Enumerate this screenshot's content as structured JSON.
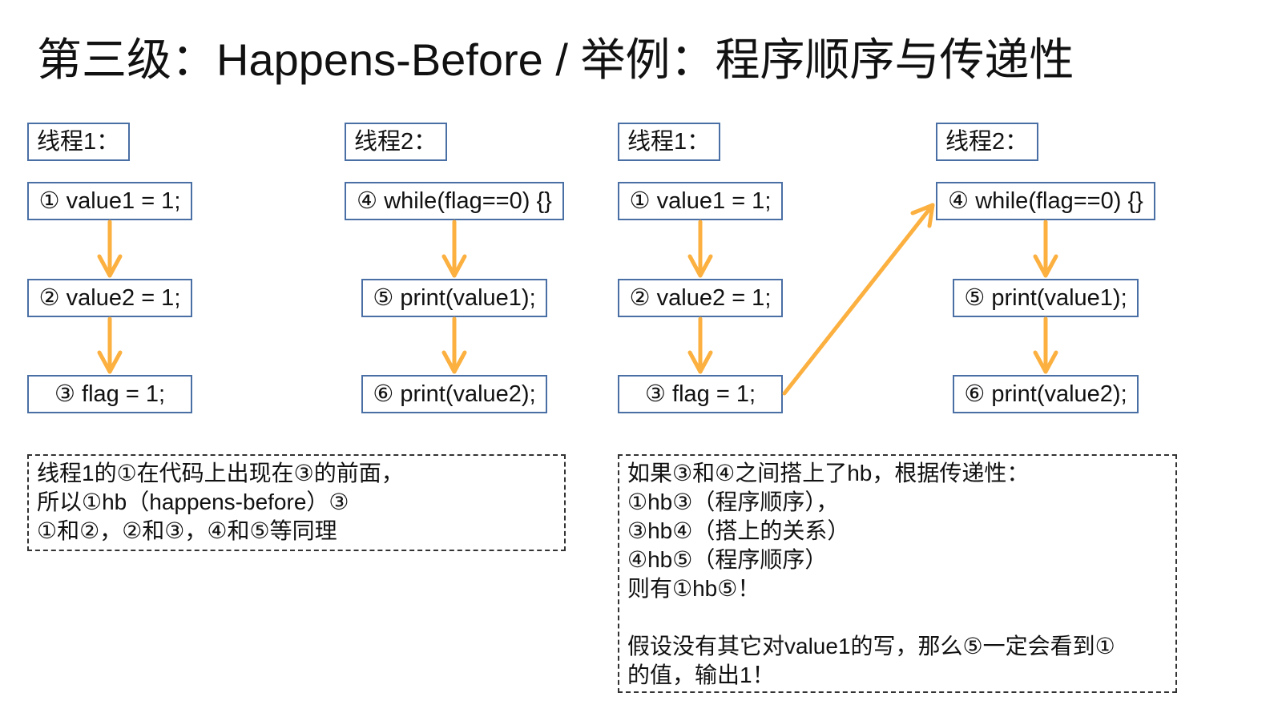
{
  "title": "第三级：Happens-Before / 举例：程序顺序与传递性",
  "colors": {
    "arrow": "#fbb040",
    "box_border": "#4a6fa5"
  },
  "left": {
    "thread1": {
      "label": "线程1：",
      "steps": [
        "① value1 = 1;",
        "② value2 = 1;",
        "③ flag = 1;"
      ]
    },
    "thread2": {
      "label": "线程2：",
      "steps": [
        "④ while(flag==0) {}",
        "⑤ print(value1);",
        "⑥ print(value2);"
      ]
    },
    "note": [
      "线程1的①在代码上出现在③的前面，",
      "所以①hb（happens-before）③",
      "①和②，②和③，④和⑤等同理"
    ]
  },
  "right": {
    "thread1": {
      "label": "线程1：",
      "steps": [
        "① value1 = 1;",
        "② value2 = 1;",
        "③ flag = 1;"
      ]
    },
    "thread2": {
      "label": "线程2：",
      "steps": [
        "④ while(flag==0) {}",
        "⑤ print(value1);",
        "⑥ print(value2);"
      ]
    },
    "note": [
      "如果③和④之间搭上了hb，根据传递性：",
      "①hb③（程序顺序），",
      "③hb④（搭上的关系）",
      "④hb⑤（程序顺序）",
      "则有①hb⑤！",
      "",
      "假设没有其它对value1的写，那么⑤一定会看到①",
      "的值，输出1！"
    ]
  }
}
